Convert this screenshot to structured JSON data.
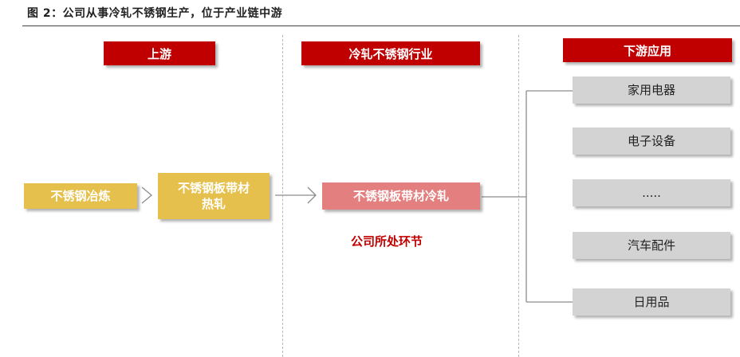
{
  "title": "图 2：公司从事冷轧不锈钢生产，位于产业链中游",
  "headers": {
    "upstream": "上游",
    "midstream": "冷轧不锈钢行业",
    "downstream": "下游应用"
  },
  "upstream": {
    "smelting": "不锈钢冶炼",
    "hot_rolling_line1": "不锈钢板带材",
    "hot_rolling_line2": "热轧"
  },
  "midstream": {
    "cold_rolling": "不锈钢板带材冷轧",
    "company_position": "公司所处环节"
  },
  "downstream_items": [
    "家用电器",
    "电子设备",
    ".....",
    "汽车配件",
    "日用品"
  ],
  "colors": {
    "header_red": "#c00000",
    "upstream_yellow": "#e6c04c",
    "midstream_pink": "#e47f7f",
    "downstream_gray": "#d3d3d3",
    "arrow_gray": "#8c8c8c"
  }
}
